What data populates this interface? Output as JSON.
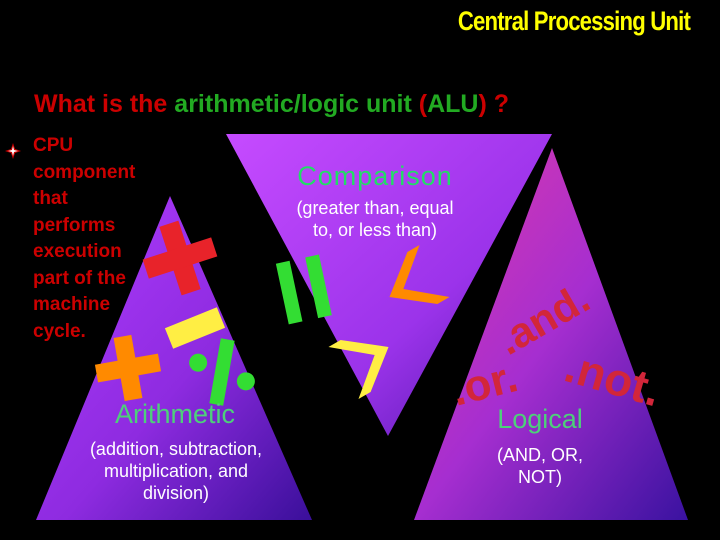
{
  "slide": {
    "title": "Central Processing Unit",
    "question": {
      "prefix": "What is the ",
      "highlight": "arithmetic/logic unit",
      "mid": " (",
      "abbr": "ALU",
      "suffix": ") ?"
    },
    "bullet_lines": [
      "CPU",
      "component",
      "that",
      "performs",
      "execution",
      "part of the",
      "machine",
      "cycle."
    ],
    "comparison": {
      "title": "Comparison",
      "desc_line1": "(greater than, equal",
      "desc_line2": "to, or less than)"
    },
    "arithmetic": {
      "title": "Arithmetic",
      "desc_line1": "(addition, subtraction,",
      "desc_line2": "multiplication, and",
      "desc_line3": "division)"
    },
    "logical": {
      "title": "Logical",
      "desc_line1": "(AND, OR,",
      "desc_line2": "NOT)",
      "word_and": ".and.",
      "word_or": ".or.",
      "word_not": ".not."
    },
    "colors": {
      "background": "#000000",
      "title": "#ffff00",
      "red_text": "#cc0000",
      "green_text": "#22aa22",
      "triangle_purple": "#9a2ee0",
      "triangle_magenta": "#d62aa6",
      "symbol_red": "#e8232a",
      "symbol_orange": "#ff8a00",
      "symbol_yellow": "#ffee44",
      "symbol_green": "#33dd33"
    }
  }
}
